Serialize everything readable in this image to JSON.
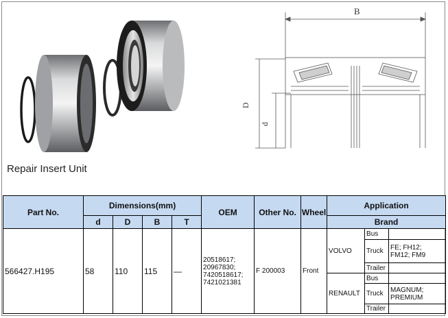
{
  "caption": "Repair Insert Unit",
  "drawing": {
    "b_label": "B",
    "d_outer_label": "D",
    "d_inner_label": "d"
  },
  "table": {
    "headers": {
      "part_no": "Part No.",
      "dimensions": "Dimensions(mm)",
      "oem": "OEM",
      "other_no": "Other  No.",
      "wheel": "Wheel",
      "application": "Application",
      "brand": "Brand",
      "d": "d",
      "D": "D",
      "B": "B",
      "T": "T"
    },
    "row": {
      "part_no": "566427.H195",
      "d": "58",
      "D": "110",
      "B": "115",
      "T": "—",
      "oem": [
        "20518617;",
        "20967830;",
        "7420518617;",
        "7421021381"
      ],
      "other_no": "F 200003",
      "wheel": "Front"
    },
    "applications": [
      {
        "brand": "VOLVO",
        "types": [
          {
            "type": "Bus",
            "models": []
          },
          {
            "type": "Truck",
            "models": [
              "FE; FH12;",
              "FM12; FM9"
            ]
          },
          {
            "type": "Trailer",
            "models": []
          }
        ]
      },
      {
        "brand": "RENAULT",
        "types": [
          {
            "type": "Bus",
            "models": []
          },
          {
            "type": "Truck",
            "models": [
              "MAGNUM;",
              "PREMIUM"
            ]
          },
          {
            "type": "Trailer",
            "models": []
          }
        ]
      }
    ]
  }
}
